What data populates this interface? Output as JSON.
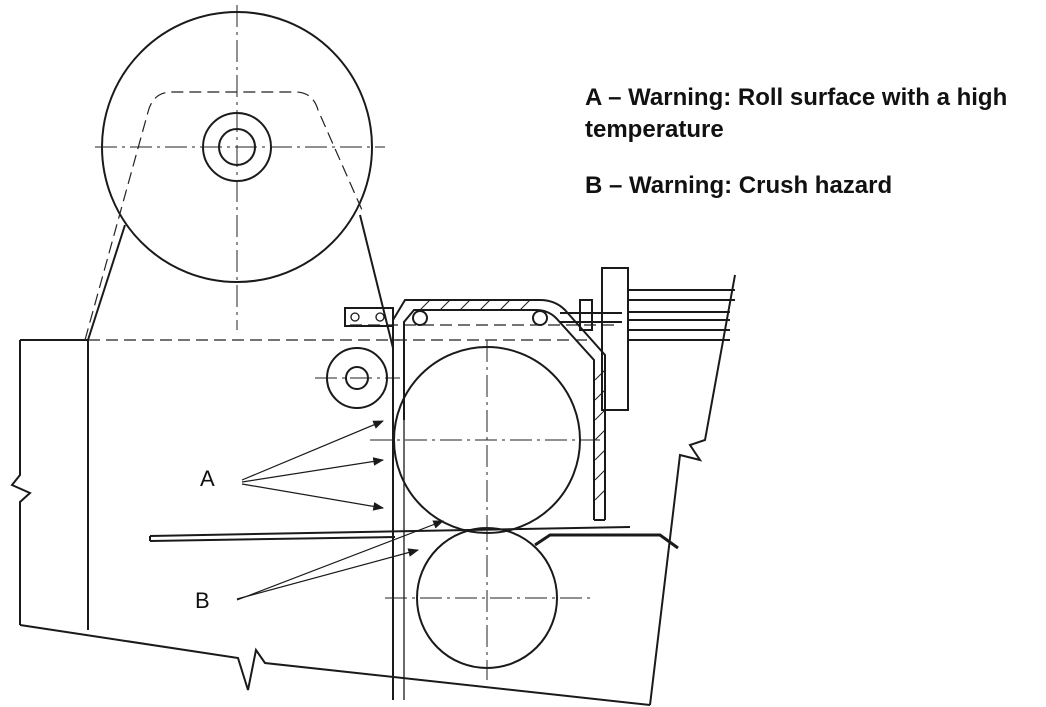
{
  "legend": {
    "item_a": "A – Warning: Roll surface with a high temperature",
    "item_b": "B – Warning: Crush hazard"
  },
  "callouts": {
    "a": "A",
    "b": "B"
  },
  "colors": {
    "ink": "#1a1a1a",
    "background": "#ffffff"
  }
}
